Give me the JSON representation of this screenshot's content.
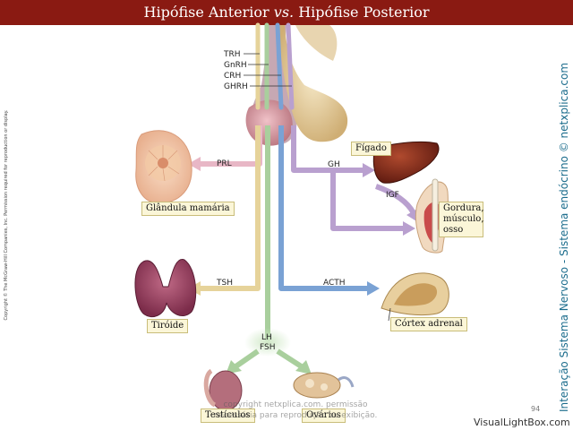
{
  "header": {
    "title_part1": "Hipófise Anterior ",
    "title_vs": "vs.",
    "title_part2": " Hipófise Posterior"
  },
  "hypothalamic_hormones": [
    "TRH",
    "GnRH",
    "CRH",
    "GHRH"
  ],
  "hormones": {
    "prl": "PRL",
    "gh": "GH",
    "igf": "IGF",
    "tsh": "TSH",
    "acth": "ACTH",
    "lh": "LH",
    "fsh": "FSH"
  },
  "targets": {
    "mammary": "Glândula mamária",
    "liver": "Fígado",
    "fat_muscle_bone": [
      "Gordura,",
      "músculo,",
      "osso"
    ],
    "thyroid": "Tiróide",
    "adrenal": "Córtex adrenal",
    "testicles": "Testículos",
    "ovaries": "Ovários"
  },
  "side_label": "Interação Sistema Nervoso - Sistema endócrino © netxplica.com",
  "copyright_side": "Copyright © The McGraw-Hill Companies, Inc. Permission required for reproduction or display.",
  "page_number": "94",
  "watermark": "VisualLightBox.com",
  "overlay_lines": [
    "copyright netxplica.com. permissão",
    "necessária para reprodução ou exibição."
  ],
  "colors": {
    "header_bg": "#8a1a12",
    "prl_line": "#e8b7c6",
    "tsh_line": "#e6d39a",
    "lh_fsh_line": "#a9cf9d",
    "acth_line": "#7aa2d4",
    "gh_line": "#b9a0cf",
    "side_label": "#1b6c8c"
  }
}
